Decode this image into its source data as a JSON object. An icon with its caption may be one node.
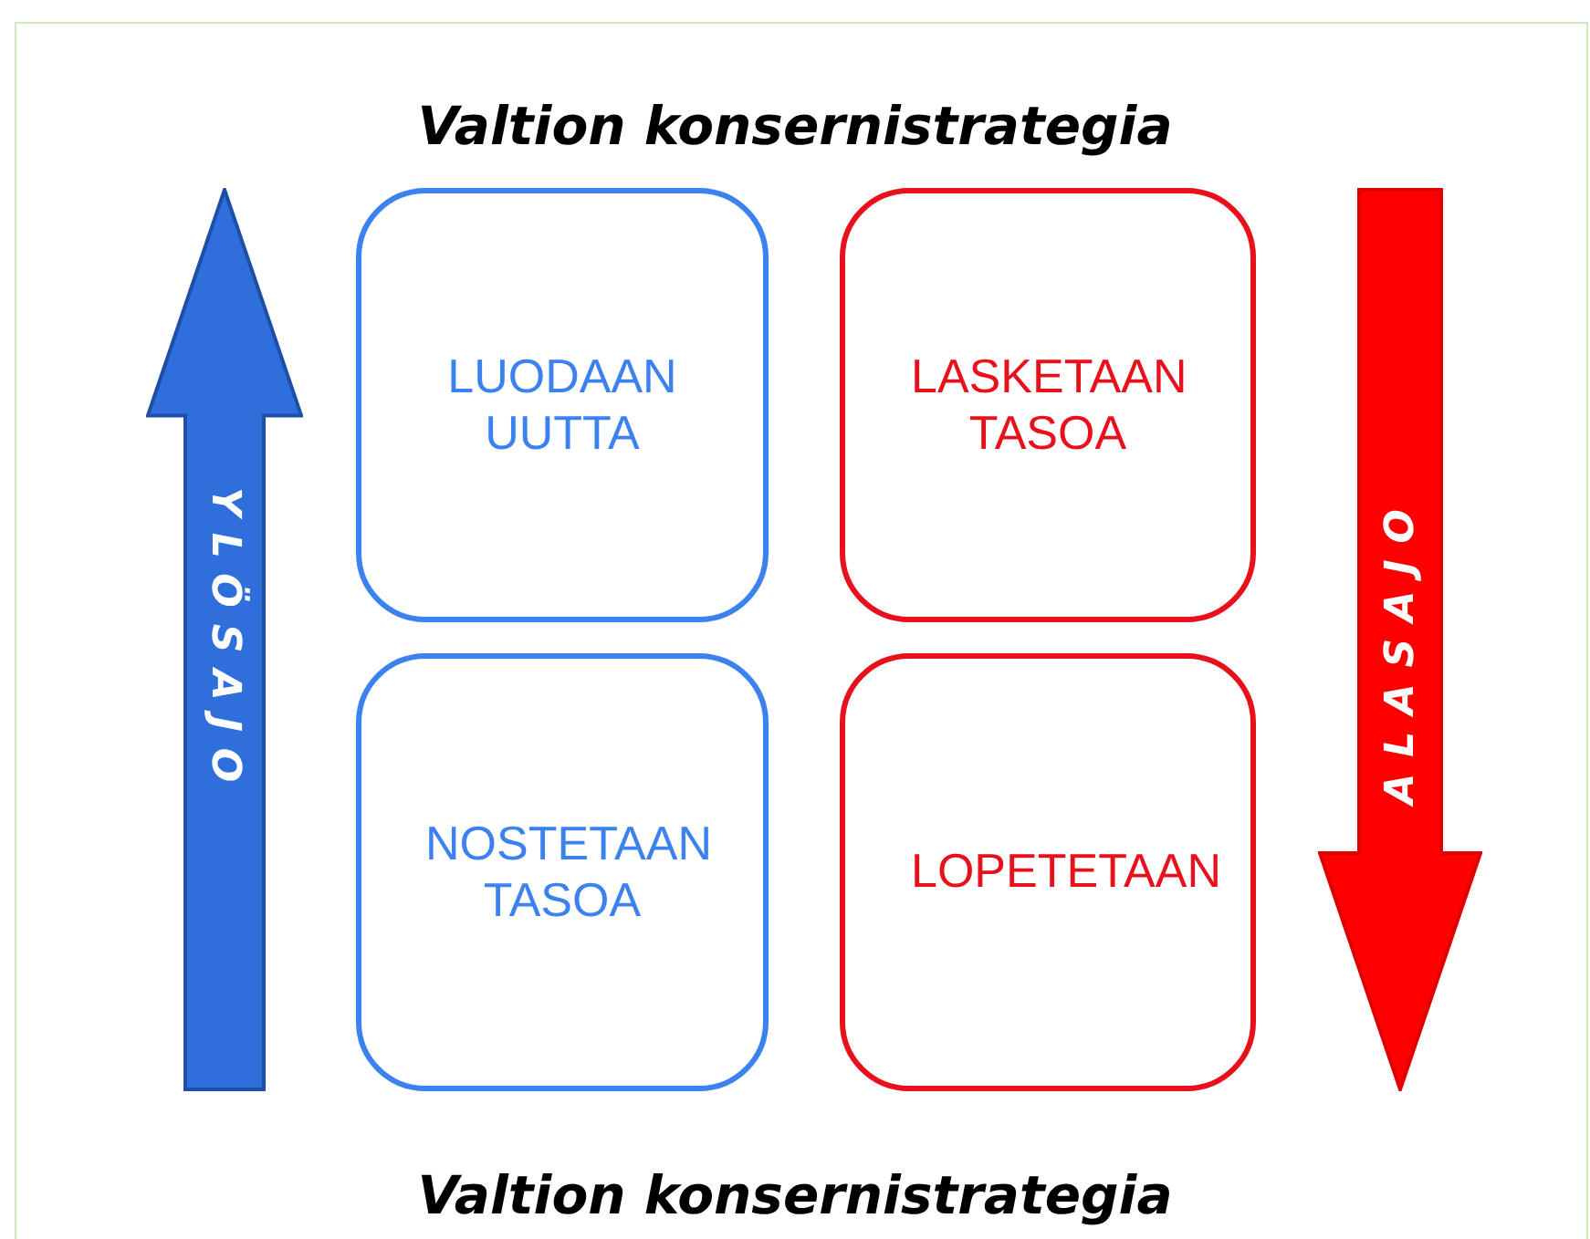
{
  "diagram": {
    "title": "Valtion konsernistrategia",
    "caption": "Valtion konsernistrategia",
    "nodes": [
      {
        "text": [
          "YLÖSAJO"
        ]
      },
      {
        "text": [
          "LUODAAN UUTTA"
        ]
      },
      {
        "text": [
          "LASKETAAN TASOA"
        ]
      },
      {
        "text": [
          "NOSTETAAN TASOA"
        ]
      },
      {
        "text": [
          "LOPETETAAN"
        ]
      },
      {
        "text": [
          "ALASAJO"
        ]
      }
    ]
  }
}
